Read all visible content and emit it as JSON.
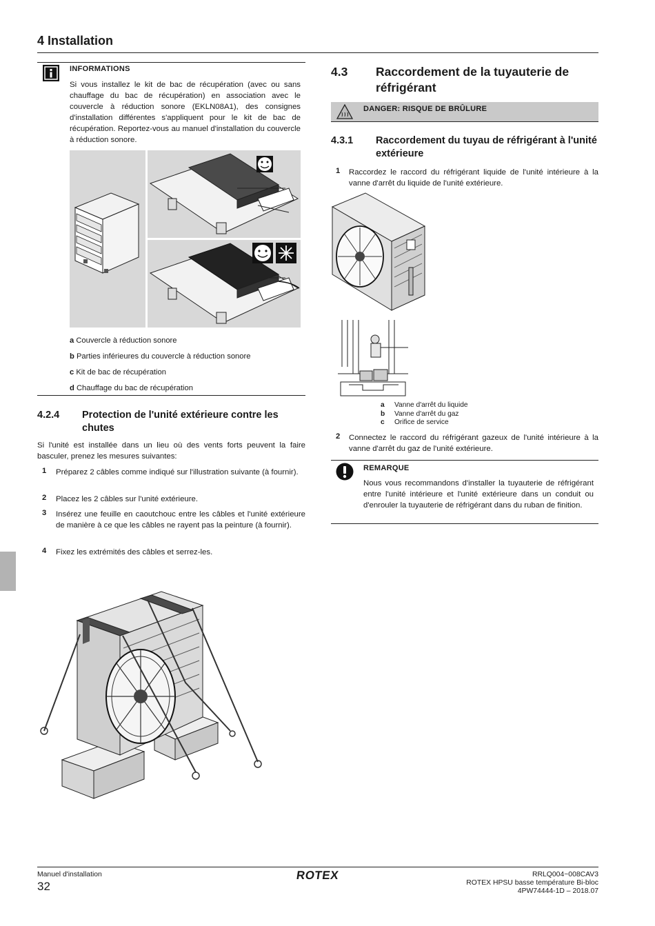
{
  "header": {
    "chapter": "4 Installation"
  },
  "info_box": {
    "title": "INFORMATIONS",
    "text": "Si vous installez le kit de bac de récupération (avec ou sans chauffage du bac de récupération) en association avec le couvercle à réduction sonore (EKLN08A1), des consignes d'installation différentes s'appliquent pour le kit de bac de récupération. Reportez-vous au manuel d'installation du couvercle à réduction sonore.",
    "legend": [
      {
        "key": "a",
        "text": "Couvercle à réduction sonore"
      },
      {
        "key": "b",
        "text": "Parties inférieures du couvercle à réduction sonore"
      },
      {
        "key": "c",
        "text": "Kit de bac de récupération"
      },
      {
        "key": "d",
        "text": "Chauffage du bac de récupération"
      }
    ]
  },
  "section_424": {
    "number": "4.2.4",
    "title": "Protection de l'unité extérieure contre les chutes",
    "intro": "Si l'unité est installée dans un lieu où des vents forts peuvent la faire basculer, prenez les mesures suivantes:",
    "steps": [
      {
        "num": "1",
        "text": "Préparez 2 câbles comme indiqué sur l'illustration suivante (à fournir)."
      },
      {
        "num": "2",
        "text": "Placez les 2 câbles sur l'unité extérieure."
      },
      {
        "num": "3",
        "text": "Insérez une feuille en caoutchouc entre les câbles et l'unité extérieure de manière à ce que les câbles ne rayent pas la peinture (à fournir)."
      },
      {
        "num": "4",
        "text": "Fixez les extrémités des câbles et serrez-les."
      }
    ]
  },
  "section_43": {
    "number": "4.3",
    "title": "Raccordement de la tuyauterie de réfrigérant",
    "danger": "DANGER: RISQUE DE BRÛLURE"
  },
  "section_431": {
    "number": "4.3.1",
    "title": "Raccordement du tuyau de réfrigérant à l'unité extérieure",
    "steps": [
      {
        "num": "1",
        "text": "Raccordez le raccord du réfrigérant liquide de l'unité intérieure à la vanne d'arrêt du liquide de l'unité extérieure."
      },
      {
        "num": "2",
        "text": "Connectez le raccord du réfrigérant gazeux de l'unité intérieure à la vanne d'arrêt du gaz de l'unité extérieure."
      }
    ],
    "legend": [
      {
        "key": "a",
        "text": "Vanne d'arrêt du liquide"
      },
      {
        "key": "b",
        "text": "Vanne d'arrêt du gaz"
      },
      {
        "key": "c",
        "text": "Orifice de service"
      }
    ],
    "remark_title": "REMARQUE",
    "remark_text": "Nous vous recommandons d'installer la tuyauterie de réfrigérant entre l'unité intérieure et l'unité extérieure dans un conduit ou d'enrouler la tuyauterie de réfrigérant dans du ruban de finition."
  },
  "footer": {
    "left_label": "Manuel d'installation",
    "page_number": "32",
    "brand": "ROTEX",
    "right_line1": "RRLQ004~008CAV3",
    "right_line2": "ROTEX HPSU basse température Bi-bloc",
    "right_line3": "4PW74444-1D – 2018.07"
  }
}
